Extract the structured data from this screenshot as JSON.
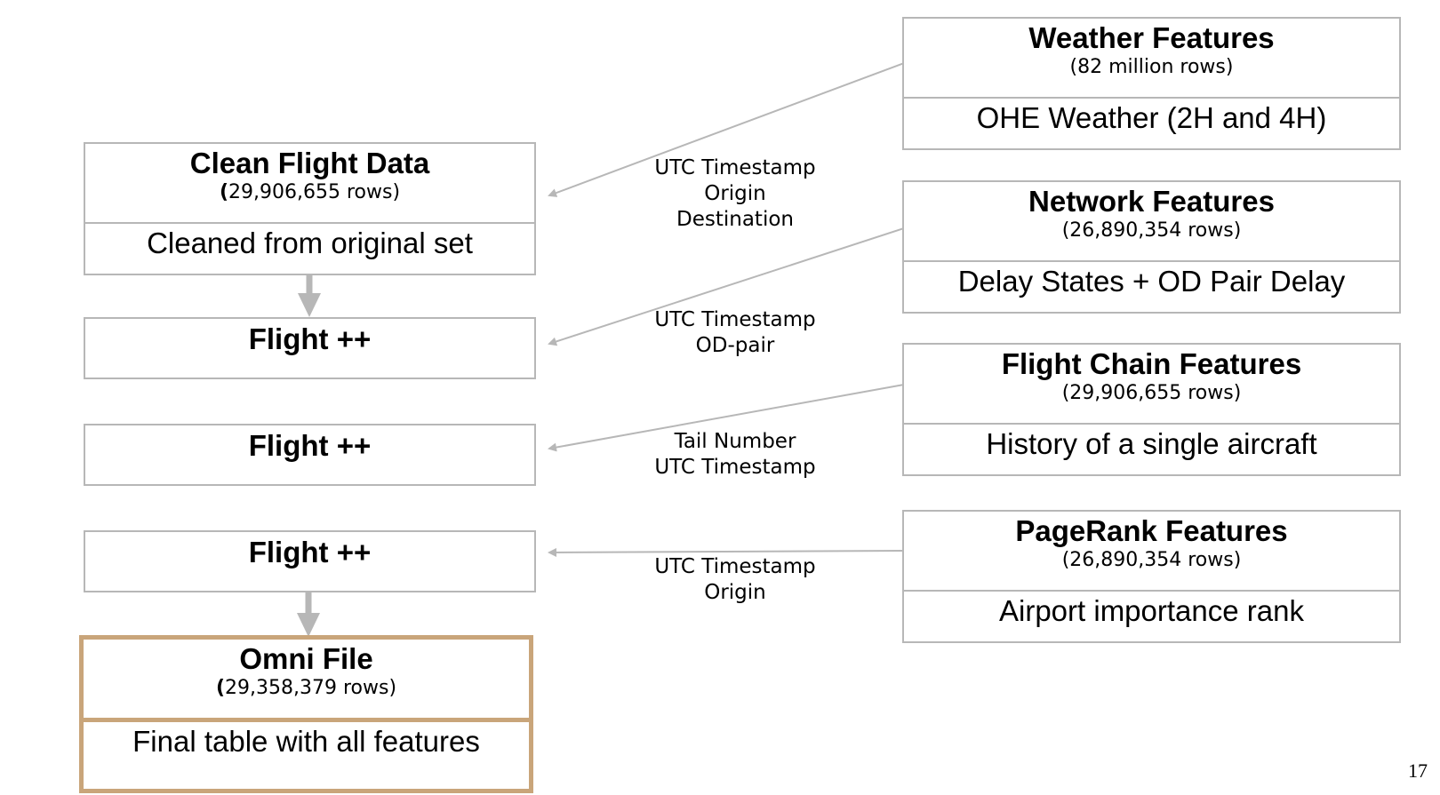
{
  "left_column": {
    "clean": {
      "title": "Clean Flight Data",
      "rows_open": "(",
      "rows_rest": "29,906,655 rows)",
      "description": "Cleaned from original set"
    },
    "flight1": {
      "title": "Flight ++"
    },
    "flight2": {
      "title": "Flight ++"
    },
    "flight3": {
      "title": "Flight ++"
    },
    "omni": {
      "title": "Omni File",
      "rows_open": "(",
      "rows_rest": "29,358,379 rows)",
      "description": "Final table with all features"
    }
  },
  "right_column": {
    "weather": {
      "title": "Weather Features",
      "rows": "(82 million rows)",
      "description": "OHE Weather (2H and 4H)"
    },
    "network": {
      "title": "Network Features",
      "rows": "(26,890,354 rows)",
      "description": "Delay States + OD Pair Delay"
    },
    "chain": {
      "title": "Flight Chain Features",
      "rows": "(29,906,655 rows)",
      "description": "History of a single aircraft"
    },
    "pagerank": {
      "title": "PageRank Features",
      "rows": "(26,890,354 rows)",
      "description": "Airport importance rank"
    }
  },
  "join_keys": {
    "weather": [
      "UTC Timestamp",
      "Origin",
      "Destination"
    ],
    "network": [
      "UTC Timestamp",
      "OD-pair"
    ],
    "chain": [
      "Tail Number",
      "UTC Timestamp"
    ],
    "pagerank": [
      "UTC Timestamp",
      "Origin"
    ]
  },
  "colors": {
    "border": "#b7b7b7",
    "omni_border": "#c9a57a",
    "arrow": "#b7b7b7"
  },
  "page_number": "17"
}
